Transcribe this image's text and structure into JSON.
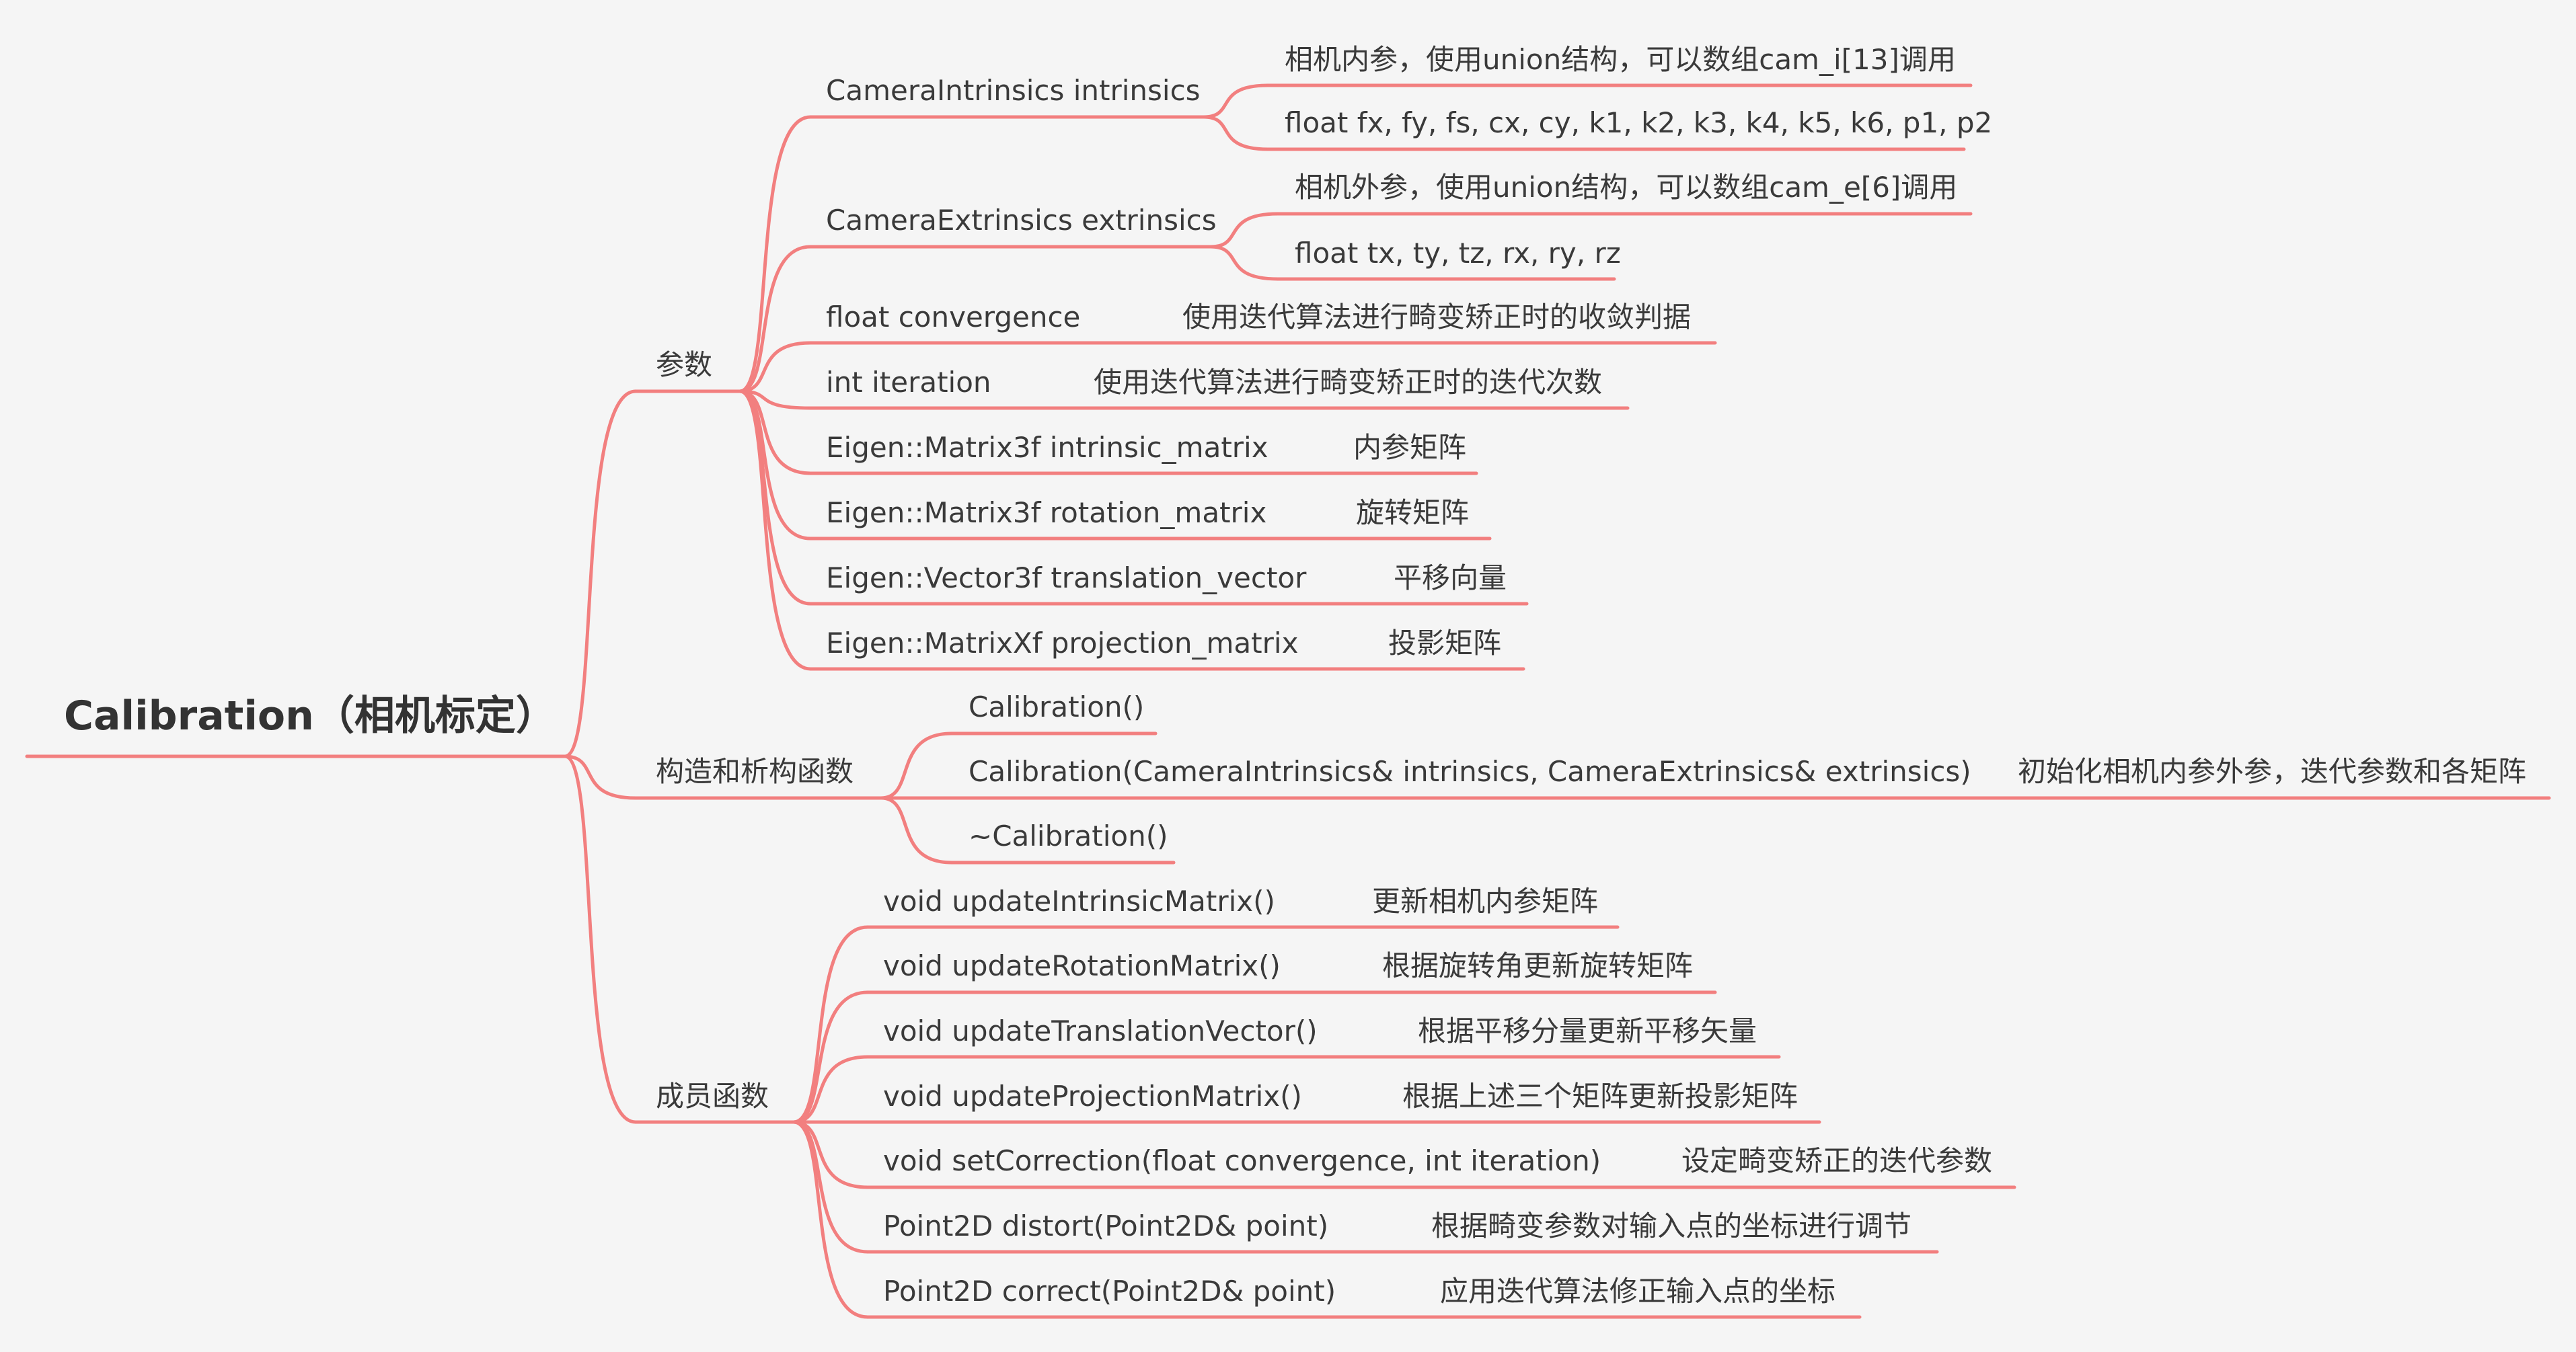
{
  "accent_color": "#f27f7f",
  "text_color": "#3a3a3a",
  "root": {
    "label": "Calibration（相机标定）"
  },
  "groups": [
    {
      "label": "参数",
      "children": [
        {
          "label": "CameraIntrinsics intrinsics",
          "notes": [
            "相机内参，使用union结构，可以数组cam_i[13]调用",
            "float fx, fy, fs, cx, cy, k1, k2, k3, k4, k5, k6, p1, p2"
          ]
        },
        {
          "label": "CameraExtrinsics extrinsics",
          "notes": [
            "相机外参，使用union结构，可以数组cam_e[6]调用",
            "float tx, ty, tz, rx, ry, rz"
          ]
        },
        {
          "label": "float convergence",
          "note": "使用迭代算法进行畸变矫正时的收敛判据"
        },
        {
          "label": "int iteration",
          "note": "使用迭代算法进行畸变矫正时的迭代次数"
        },
        {
          "label": "Eigen::Matrix3f intrinsic_matrix",
          "note": "内参矩阵"
        },
        {
          "label": "Eigen::Matrix3f rotation_matrix",
          "note": "旋转矩阵"
        },
        {
          "label": "Eigen::Vector3f translation_vector",
          "note": "平移向量"
        },
        {
          "label": "Eigen::MatrixXf projection_matrix",
          "note": "投影矩阵"
        }
      ]
    },
    {
      "label": "构造和析构函数",
      "children": [
        {
          "label": "Calibration()"
        },
        {
          "label": "Calibration(CameraIntrinsics& intrinsics, CameraExtrinsics& extrinsics)",
          "note": "初始化相机内参外参，迭代参数和各矩阵"
        },
        {
          "label": "~Calibration()"
        }
      ]
    },
    {
      "label": "成员函数",
      "children": [
        {
          "label": "void updateIntrinsicMatrix()",
          "note": "更新相机内参矩阵"
        },
        {
          "label": "void updateRotationMatrix()",
          "note": "根据旋转角更新旋转矩阵"
        },
        {
          "label": "void updateTranslationVector()",
          "note": "根据平移分量更新平移矢量"
        },
        {
          "label": "void updateProjectionMatrix()",
          "note": "根据上述三个矩阵更新投影矩阵"
        },
        {
          "label": "void setCorrection(float convergence, int iteration)",
          "note": "设定畸变矫正的迭代参数"
        },
        {
          "label": "Point2D distort(Point2D& point)",
          "note": "根据畸变参数对输入点的坐标进行调节"
        },
        {
          "label": "Point2D correct(Point2D& point)",
          "note": "应用迭代算法修正输入点的坐标"
        }
      ]
    }
  ]
}
